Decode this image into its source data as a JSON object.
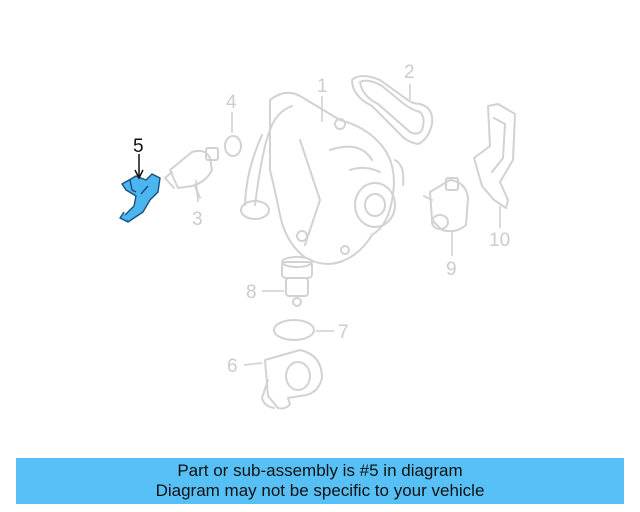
{
  "callouts": {
    "c1": "1",
    "c2": "2",
    "c3": "3",
    "c4": "4",
    "c5": "5",
    "c6": "6",
    "c7": "7",
    "c8": "8",
    "c9": "9",
    "c10": "10"
  },
  "highlight_color": "#4bb5f0",
  "caption": {
    "line1": "Part or sub-assembly is #5 in diagram",
    "line2": "Diagram may not be specific to your vehicle"
  }
}
